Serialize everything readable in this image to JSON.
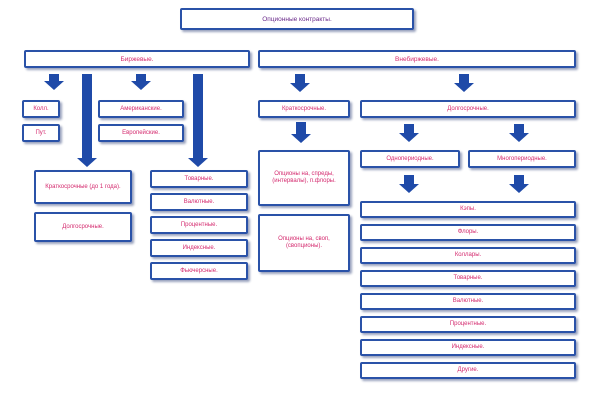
{
  "diagram": {
    "title": "Опционные контракты.",
    "exchange": {
      "label": "Биржевые.",
      "put_call": [
        "Колл.",
        "Пут."
      ],
      "styles": [
        "Американские.",
        "Европейские."
      ],
      "terms": [
        "Краткосрочные (до 1 года).",
        "Долгосрочные."
      ],
      "assets": [
        "Товарные.",
        "Валютные.",
        "Процентные.",
        "Индексные.",
        "Фьючерсные."
      ]
    },
    "otc": {
      "label": "Внебиржевые.",
      "short_term": {
        "label": "Краткосрочные.",
        "items": [
          "Опционы на, спреды, (интервалы), п.флоры.",
          "Опционы на, своп, (свопционы)."
        ]
      },
      "long_term": {
        "label": "Долгосрочные.",
        "single_period": "Однопериодные.",
        "multi_period": "Многопериодные.",
        "items": [
          "Кэпы.",
          "Флоры.",
          "Коллары.",
          "Товарные.",
          "Валютные.",
          "Процентные.",
          "Индексные.",
          "Другие."
        ]
      }
    }
  },
  "colors": {
    "border": "#2a52a8",
    "arrow": "#1f4aa8",
    "text": "#d42a6e",
    "title_text": "#6a2a8a"
  }
}
